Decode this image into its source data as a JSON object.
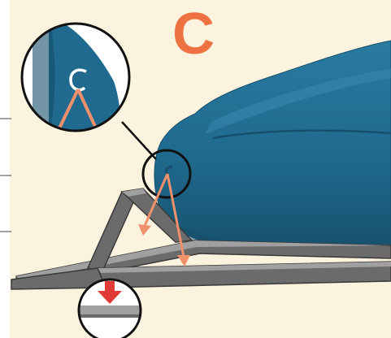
{
  "panel": {
    "letter": "C"
  },
  "colors": {
    "background": "#fbf3de",
    "left_strip": "#ffffff",
    "divider": "#444444",
    "letter": "#ee7142",
    "boat_fill": "#1f6a8e",
    "boat_highlight": "#3f8fb4",
    "boat_shadow": "#174f6b",
    "trailer_frame": "#6b6b6b",
    "trailer_frame_light": "#a0a0a0",
    "trailer_outline": "#3a3a3a",
    "indicator_arrow": "#f0916b",
    "down_arrow": "#e23a36",
    "magnifier_ring": "#111111",
    "magnifier_fill": "#ffffff"
  },
  "icons": {
    "magnifier_top": "zoom-circle-bow-hook",
    "magnifier_bottom": "zoom-circle-roller-contact",
    "arrow_down": "arrow-down-icon"
  }
}
